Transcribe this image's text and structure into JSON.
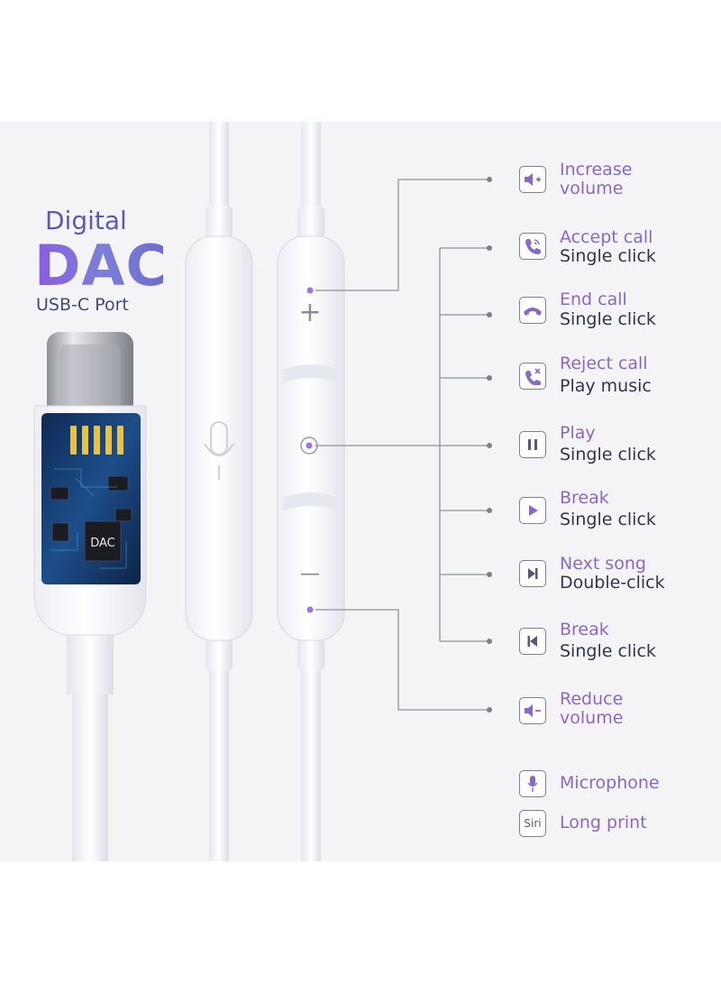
{
  "headline": {
    "digital": "Digital",
    "dac": "DAC",
    "port": "USB-C Port",
    "chip_label": "DAC"
  },
  "controls": [
    {
      "icon": "volume-up-icon",
      "line1": "Increase",
      "line2": "volume"
    },
    {
      "icon": "accept-call-icon",
      "line1": "Accept call",
      "line2": "Single click"
    },
    {
      "icon": "end-call-icon",
      "line1": "End call",
      "line2": "Single click"
    },
    {
      "icon": "reject-call-icon",
      "line1": "Reject call",
      "line2": "Play music"
    },
    {
      "icon": "pause-icon",
      "line1": "Play",
      "line2": "Single click"
    },
    {
      "icon": "play-icon",
      "line1": "Break",
      "line2": "Single click"
    },
    {
      "icon": "next-track-icon",
      "line1": "Next song",
      "line2": "Double-click"
    },
    {
      "icon": "previous-track-icon",
      "line1": "Break",
      "line2": "Single click"
    },
    {
      "icon": "volume-down-icon",
      "line1": "Reduce",
      "line2": "volume"
    },
    {
      "icon": "microphone-icon",
      "line1": "Microphone"
    },
    {
      "icon": "siri-icon",
      "icon_text": "Siri",
      "line1": "Long print"
    }
  ],
  "remote": {
    "plus_symbol": "+",
    "minus_symbol": "—"
  },
  "colors": {
    "accent_purple": "#8a68c6",
    "icon_stroke": "#7a7f9c",
    "text_dark": "#33354a",
    "background": "#f4f4f7"
  }
}
